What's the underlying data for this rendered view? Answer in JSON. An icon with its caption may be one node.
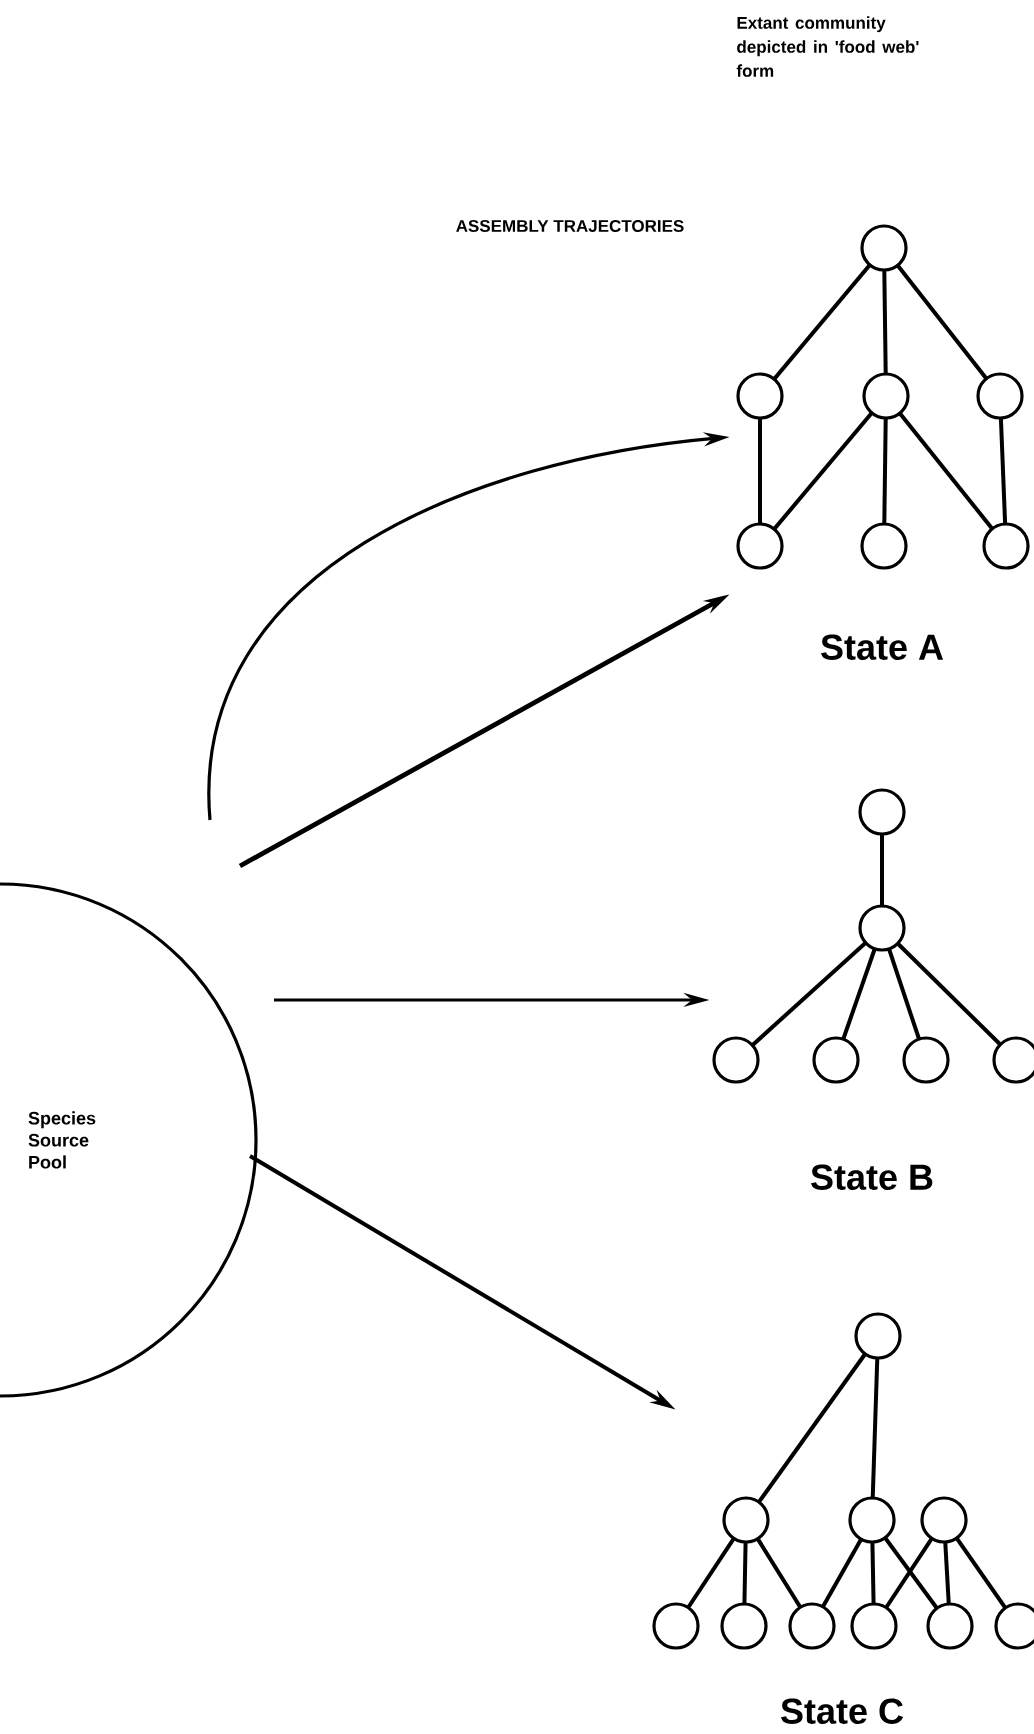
{
  "diagram": {
    "nodes": [
      {
        "text": [
          "Species Source Pool"
        ]
      },
      {
        "text": [
          "State A"
        ]
      },
      {
        "text": [
          "State B"
        ]
      },
      {
        "text": [
          "State C"
        ]
      }
    ],
    "edges": [
      {
        "from": 0,
        "to": 1,
        "arrow": "to"
      },
      {
        "from": 0,
        "to": 1,
        "arrow": "to"
      },
      {
        "from": 0,
        "to": 2,
        "arrow": "to"
      },
      {
        "from": 0,
        "to": 3,
        "arrow": "to"
      }
    ],
    "labels": [
      "Extant community depicted in 'food web' form",
      "ASSEMBLY TRAJECTORIES"
    ]
  }
}
